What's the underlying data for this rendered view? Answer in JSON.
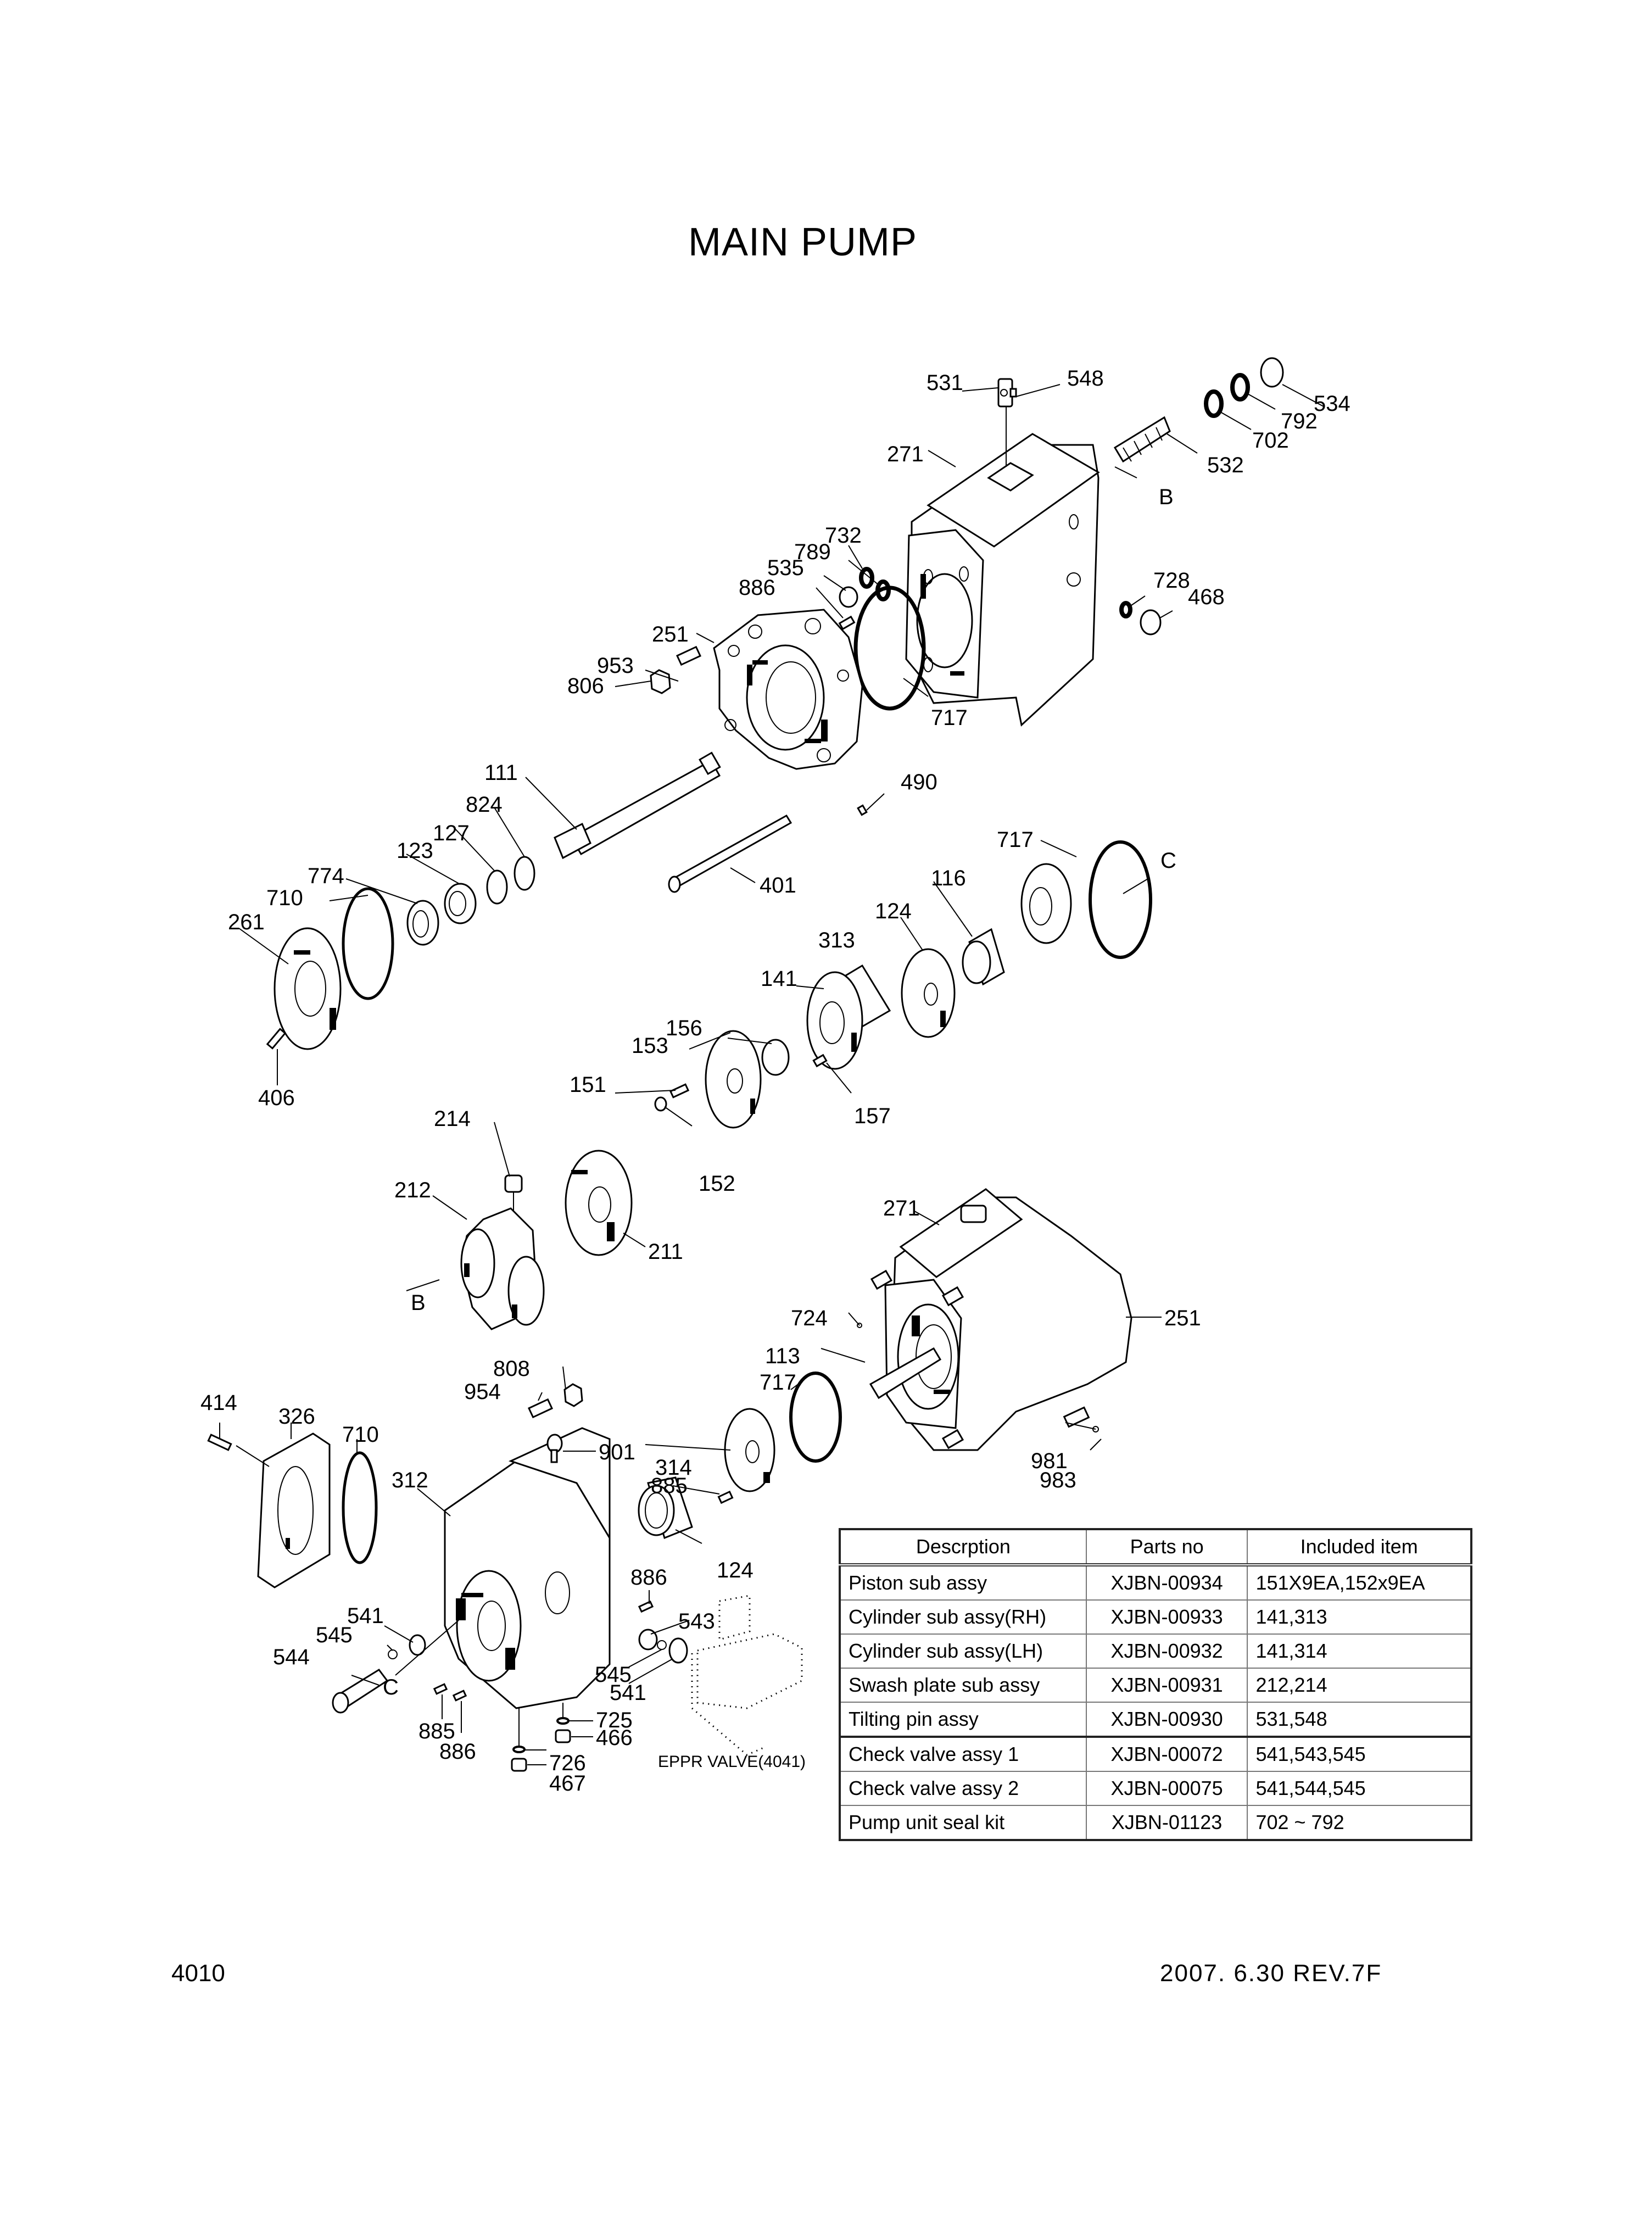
{
  "title": "MAIN PUMP",
  "labels": {
    "l531a": "531",
    "l548": "548",
    "l534": "534",
    "l792": "792",
    "l702": "702",
    "l532": "532",
    "l271a": "271",
    "lBa": "B",
    "l732": "732",
    "l789": "789",
    "l535": "535",
    "l886a": "886",
    "l728": "728",
    "l468": "468",
    "l251a": "251",
    "l953": "953",
    "l806": "806",
    "l717a": "717",
    "l490": "490",
    "l111": "111",
    "l824": "824",
    "l127": "127",
    "l123": "123",
    "l774": "774",
    "l710a": "710",
    "l261": "261",
    "l406": "406",
    "l401": "401",
    "l717b": "717",
    "lCa": "C",
    "l116": "116",
    "l124a": "124",
    "l313": "313",
    "l141": "141",
    "l156": "156",
    "l153": "153",
    "l151": "151",
    "l157": "157",
    "l152": "152",
    "l214": "214",
    "l212": "212",
    "l211": "211",
    "lBb": "B",
    "l271b": "271",
    "l251b": "251",
    "l724": "724",
    "l113": "113",
    "l717c": "717",
    "l981": "981",
    "l983": "983",
    "l414": "414",
    "l326": "326",
    "l808": "808",
    "l954": "954",
    "l901": "901",
    "l710b": "710",
    "l312": "312",
    "l314": "314",
    "l885a": "885",
    "l124b": "124",
    "l886b": "886",
    "l541a": "541",
    "l545a": "545",
    "l544": "544",
    "lCb": "C",
    "l543": "543",
    "l545b": "545",
    "l541b": "541",
    "l725": "725",
    "l466": "466",
    "l885b": "885",
    "l886c": "886",
    "l726": "726",
    "l467": "467"
  },
  "eppr_label": "EPPR VALVE(4041)",
  "table": {
    "headers": [
      "Descrption",
      "Parts no",
      "Included item"
    ],
    "rows": [
      {
        "description": "Piston sub assy",
        "parts_no": "XJBN-00934",
        "included": "151X9EA,152x9EA"
      },
      {
        "description": "Cylinder sub assy(RH)",
        "parts_no": "XJBN-00933",
        "included": "141,313"
      },
      {
        "description": "Cylinder sub assy(LH)",
        "parts_no": "XJBN-00932",
        "included": "141,314"
      },
      {
        "description": "Swash plate sub assy",
        "parts_no": "XJBN-00931",
        "included": "212,214"
      },
      {
        "description": "Tilting pin assy",
        "parts_no": "XJBN-00930",
        "included": "531,548"
      },
      {
        "description": "Check valve assy 1",
        "parts_no": "XJBN-00072",
        "included": "541,543,545"
      },
      {
        "description": "Check valve assy 2",
        "parts_no": "XJBN-00075",
        "included": "541,544,545"
      },
      {
        "description": "Pump unit seal kit",
        "parts_no": "XJBN-01123",
        "included": "702 ~ 792"
      }
    ]
  },
  "footer": {
    "page_number": "4010",
    "revision": "2007. 6.30  REV.7F"
  }
}
